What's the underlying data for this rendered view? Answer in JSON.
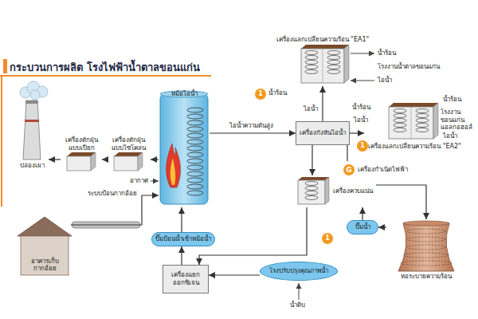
{
  "diagram": {
    "title": "กระบวนการผลิต โรงไฟฟ้าน้ำตาลขอนแก่น",
    "nodes": [
      {
        "text": [
          "ปล่องเผา"
        ]
      },
      {
        "text": [
          "เครื่องดักฝุ่น แบบเปียก"
        ]
      },
      {
        "text": [
          "เครื่องดักฝุ่น แบบไซโคลน"
        ]
      },
      {
        "text": [
          "หม้อไอน้ำ"
        ]
      },
      {
        "text": [
          "อาคารเก็บ กากอ้อย"
        ]
      },
      {
        "text": [
          "ปั๊มป้อนน้ำเข้าหม้อน้ำ"
        ]
      },
      {
        "text": [
          "เครื่องแยก ออกซิเจน"
        ]
      },
      {
        "text": [
          "เครื่องกังหันไอน้ำ"
        ]
      },
      {
        "text": [
          "G",
          "เครื่องกำเนิดไฟฟ้า"
        ]
      },
      {
        "text": [
          "เครื่องแลกเปลี่ยนความร้อน \"EA1\""
        ]
      },
      {
        "text": [
          "เครื่องแลกเปลี่ยนความร้อน \"EA2\""
        ]
      },
      {
        "text": [
          "เครื่องควบแน่น"
        ]
      },
      {
        "text": [
          "ปั๊มน้ำ"
        ]
      },
      {
        "text": [
          "หอระบายความร้อน"
        ]
      },
      {
        "text": [
          "โรงปรับปรุงคุณภาพน้ำ"
        ]
      }
    ],
    "edges": [
      {
        "from": 3,
        "to": 2,
        "arrow": "to"
      },
      {
        "from": 2,
        "to": 1,
        "arrow": "to"
      },
      {
        "from": 1,
        "to": 0,
        "arrow": "to"
      },
      {
        "from": 4,
        "to": 3,
        "label": "ระบบป้อนกากอ้อย",
        "arrow": "to"
      },
      {
        "from": 3,
        "to": 7,
        "label": "ไอน้ำความดันสูง",
        "arrow": "to"
      },
      {
        "from": 7,
        "to": 9,
        "arrow": "to"
      },
      {
        "from": 7,
        "to": 10,
        "arrow": "to"
      },
      {
        "from": 7,
        "to": 11,
        "arrow": "to"
      },
      {
        "from": 7,
        "to": 8,
        "arrow": "none"
      },
      {
        "from": 11,
        "to": 13,
        "arrow": "to"
      },
      {
        "from": 13,
        "to": 12,
        "arrow": "to"
      },
      {
        "from": 12,
        "to": 11,
        "arrow": "to"
      },
      {
        "from": 14,
        "to": 6,
        "arrow": "to"
      },
      {
        "from": 11,
        "to": 6,
        "arrow": "to"
      },
      {
        "from": 6,
        "to": 5,
        "arrow": "to"
      },
      {
        "from": 5,
        "to": 3,
        "arrow": "to"
      }
    ],
    "labels": [
      "อากาศ",
      "น้ำร้อน",
      "โรงงานน้ำตาลขอนแก่น",
      "ไอน้ำ",
      "น้ำร้อน",
      "โรงงานขอนแก่น แอลกอฮอล์",
      "ไอน้ำ",
      "น้ำร้อน",
      "ไอน้ำ",
      "น้ำร้อน",
      "ไอน้ำ",
      "น้ำดิบ",
      "1",
      "1",
      "1"
    ]
  }
}
